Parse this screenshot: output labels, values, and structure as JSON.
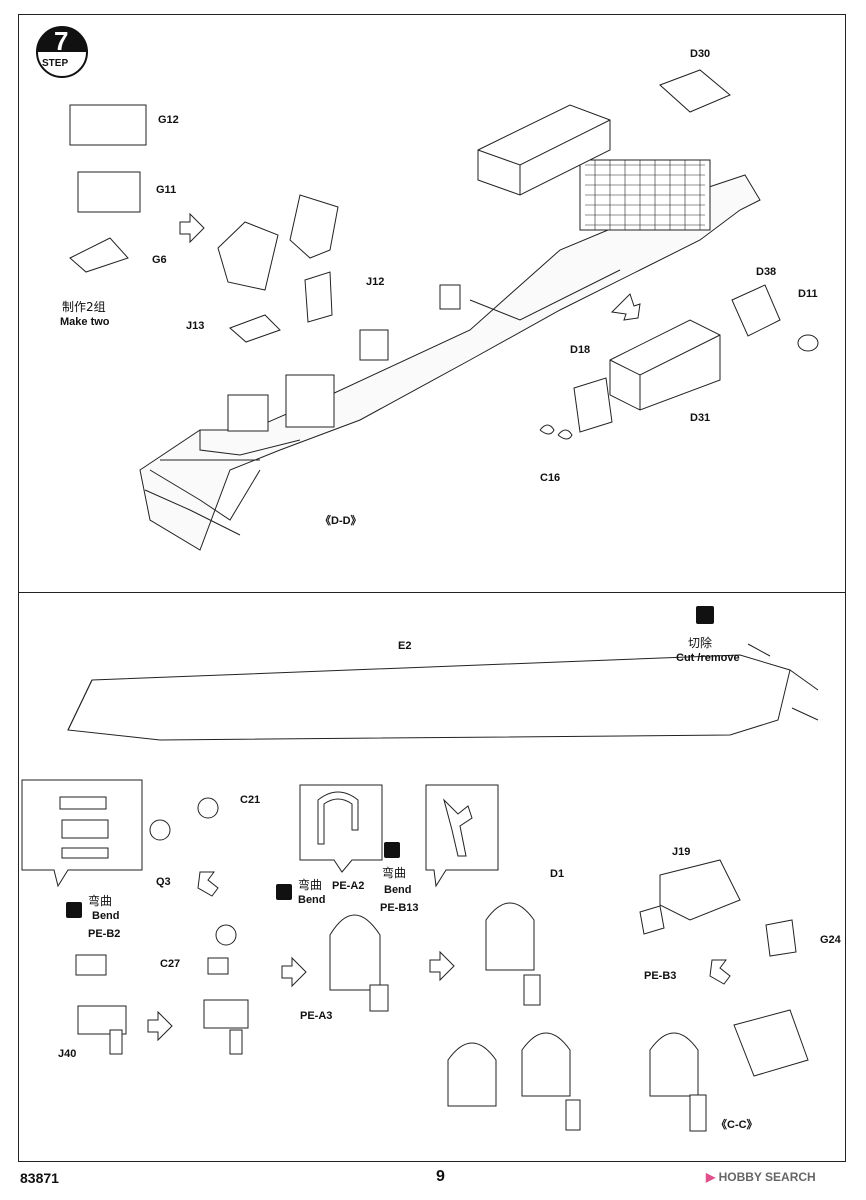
{
  "step": {
    "number": "7",
    "label": "STEP"
  },
  "top_panel": {
    "parts": [
      "G12",
      "G11",
      "G6",
      "J13",
      "J12",
      "D30",
      "D38",
      "D11",
      "D18",
      "D31",
      "C16"
    ],
    "make_two_cn": "制作2组",
    "make_two_en": "Make two",
    "view": "《D-D》"
  },
  "bottom_panel": {
    "cut_cn": "切除",
    "cut_en": "Cut /remove",
    "bend_cn": "弯曲",
    "bend_en": "Bend",
    "parts": [
      "E2",
      "C21",
      "Q3",
      "PE-B2",
      "J40",
      "C27",
      "PE-A2",
      "PE-B13",
      "PE-A3",
      "D1",
      "J19",
      "G24",
      "PE-B3"
    ],
    "view": "《C-C》"
  },
  "footer": {
    "code": "83871",
    "page": "9",
    "watermark": "HOBBY SEARCH"
  }
}
